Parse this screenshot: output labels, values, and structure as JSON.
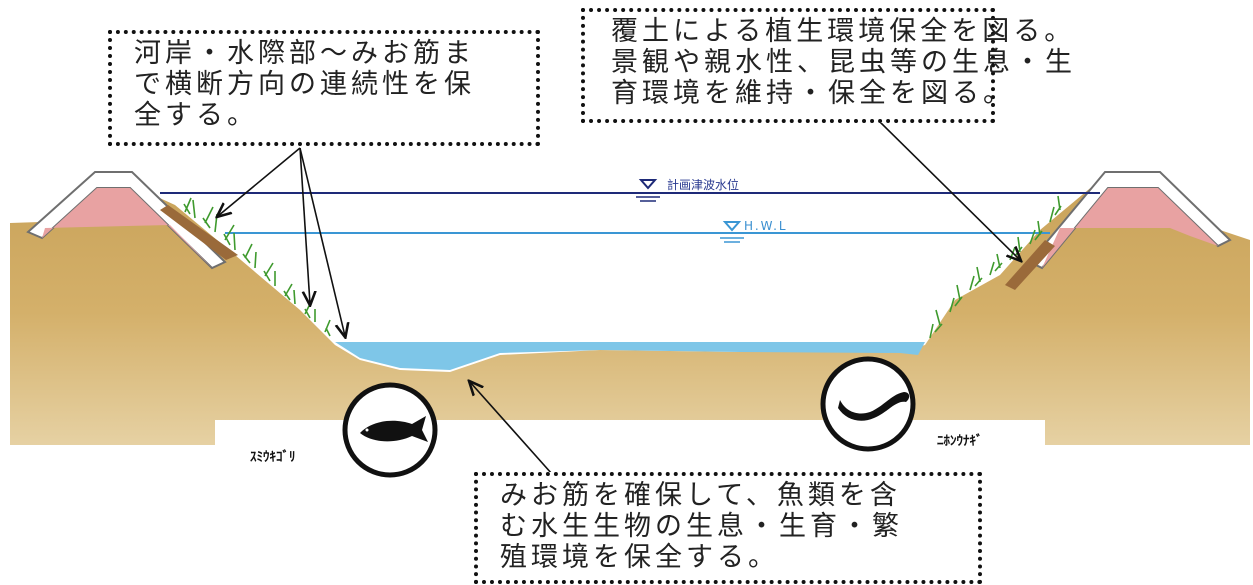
{
  "callouts": {
    "top_left": {
      "lines": [
        "河岸・水際部～みお筋ま",
        "で横断方向の連続性を保",
        "全する。"
      ]
    },
    "top_right": {
      "lines": [
        "覆土による植生環境保全を図る。",
        "景観や親水性、昆虫等の生息・生",
        "育環境を維持・保全を図る。"
      ]
    },
    "bottom": {
      "lines": [
        "みお筋を確保して、魚類を含",
        "む水生生物の生息・生育・繁",
        "殖環境を保全する。"
      ]
    }
  },
  "water_levels": {
    "tsunami_label": "計画津波水位",
    "hwl_label": "H.W.L"
  },
  "species": {
    "left": "ｽﾐｳｷｺﾞﾘ",
    "right": "ﾆﾎﾝｳﾅｷﾞ"
  },
  "colors": {
    "ground": "#cfa95f",
    "water": "#7ec6e8",
    "levee": "#e8a2a2",
    "tsunami_line": "#1e2a78",
    "hwl_line": "#3a96d4",
    "grass": "#3f9a2e"
  }
}
